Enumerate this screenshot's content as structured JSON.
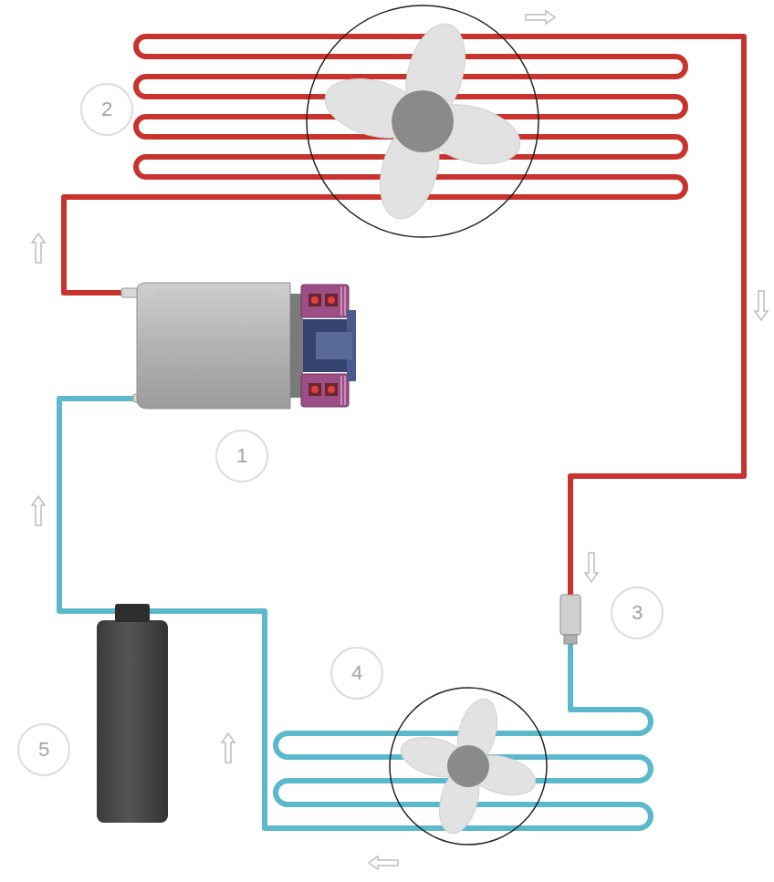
{
  "diagram": {
    "nodes": [
      {
        "text": [
          "2"
        ]
      },
      {
        "text": [
          "1"
        ]
      },
      {
        "text": [
          "3"
        ]
      },
      {
        "text": [
          "4"
        ]
      },
      {
        "text": [
          "5"
        ]
      }
    ]
  }
}
